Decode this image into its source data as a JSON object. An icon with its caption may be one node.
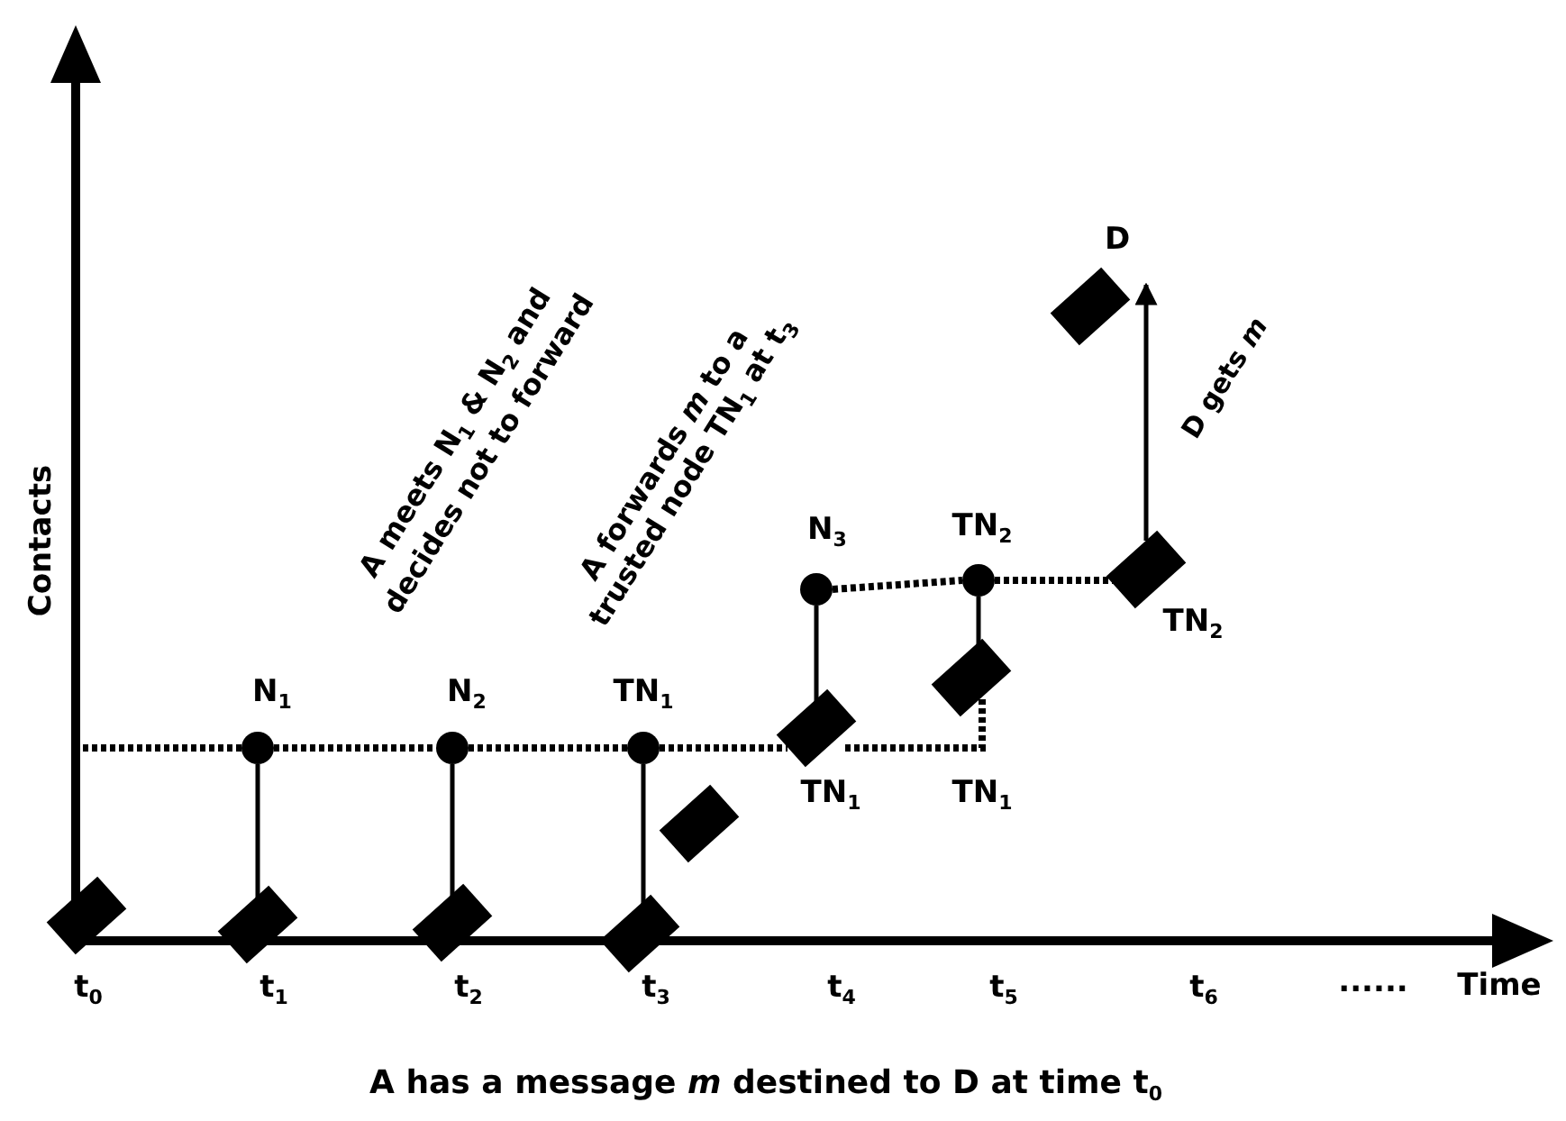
{
  "diagram": {
    "caption": "A has a message *m* destined to D at time t$_{0}$",
    "nodes": [
      {
        "text": [],
        "shape": "circle",
        "beside": [
          "N$_{1}$"
        ]
      },
      {
        "text": [],
        "shape": "circle",
        "beside": [
          "N$_{2}$"
        ]
      },
      {
        "text": [],
        "shape": "circle",
        "beside": [
          "TN$_{1}$"
        ]
      },
      {
        "text": [],
        "shape": "circle",
        "beside": [
          "N$_{3}$"
        ]
      },
      {
        "text": [],
        "shape": "circle",
        "beside": [
          "TN$_{2}$"
        ]
      },
      {
        "text": [],
        "shape": "box"
      },
      {
        "text": [],
        "shape": "box"
      },
      {
        "text": [],
        "shape": "box"
      },
      {
        "text": [],
        "shape": "box"
      },
      {
        "text": [],
        "shape": "box"
      },
      {
        "text": [],
        "shape": "box",
        "beside": [
          "TN$_{1}$"
        ]
      },
      {
        "text": [],
        "shape": "box"
      },
      {
        "text": [],
        "shape": "box",
        "beside": [
          "TN$_{2}$"
        ]
      },
      {
        "text": [],
        "shape": "box",
        "beside": [
          "D"
        ]
      }
    ],
    "edges": [
      {
        "from": null,
        "to": 0,
        "arrow": "none",
        "style": "dashed"
      },
      {
        "from": 0,
        "to": 1,
        "arrow": "none",
        "style": "dashed"
      },
      {
        "from": 1,
        "to": 2,
        "arrow": "none",
        "style": "dashed"
      },
      {
        "from": 2,
        "to": 10,
        "arrow": "none",
        "style": "dashed"
      },
      {
        "from": 10,
        "to": 11,
        "arrow": "none",
        "style": "dashed"
      },
      {
        "from": 3,
        "to": 4,
        "arrow": "none",
        "style": "dashed"
      },
      {
        "from": 4,
        "to": 12,
        "arrow": "none",
        "style": "dashed"
      },
      {
        "from": 0,
        "to": 6,
        "arrow": "none"
      },
      {
        "from": 1,
        "to": 7,
        "arrow": "none"
      },
      {
        "from": 2,
        "to": 8,
        "arrow": "none"
      },
      {
        "from": 3,
        "to": 10,
        "arrow": "none"
      },
      {
        "from": 4,
        "to": 11,
        "arrow": "none"
      },
      {
        "from": 12,
        "to": 13,
        "arrow": "to"
      }
    ],
    "labels": [
      "Contacts",
      "A meets N$_{1}$ & N$_{2}$ and decides not to forward",
      "A forwards *m* to a trusted node TN$_{1}$ at t$_{3}$",
      "D gets *m*",
      "TN$_{1}$",
      "t$_{0}$",
      "t$_{1}$",
      "t$_{2}$",
      "t$_{3}$",
      "t$_{4}$",
      "t$_{5}$",
      "t$_{6}$",
      "......",
      "Time"
    ]
  }
}
